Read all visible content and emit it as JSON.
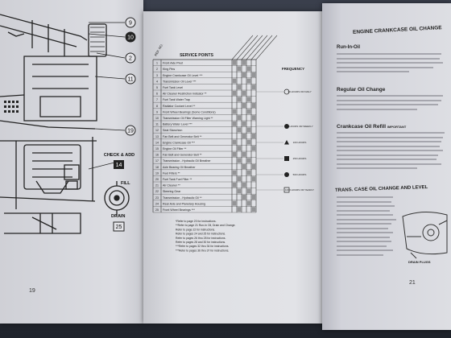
{
  "left_page": {
    "page_number": "19",
    "callouts": [
      "9",
      "10",
      "2",
      "11",
      "19"
    ],
    "check_label": "CHECK & ADD",
    "check_number": "14",
    "fill_label": "FILL",
    "drain_label": "DRAIN",
    "drain_number": "25"
  },
  "table": {
    "header_ref": "REF. NO.",
    "header_service": "SERVICE POINTS",
    "header_frequency": "FREQUENCY",
    "rows": [
      {
        "ref": "1",
        "text": "Front Axle Pivot"
      },
      {
        "ref": "2",
        "text": "King Pins"
      },
      {
        "ref": "3",
        "text": "Engine Crankcase Oil Level ***"
      },
      {
        "ref": "4",
        "text": "Transmission Oil Level ***"
      },
      {
        "ref": "5",
        "text": "Fuel Tank Level"
      },
      {
        "ref": "6",
        "text": "Air Cleaner Restriction Indicator **"
      },
      {
        "ref": "7",
        "text": "Fuel Tank Water Trap"
      },
      {
        "ref": "8",
        "text": "Radiator Coolant Level **"
      },
      {
        "ref": "9",
        "text": "Front Wheel Bearings (Some Conditions)"
      },
      {
        "ref": "10",
        "text": "Transmission Oil Filter Warning Light **"
      },
      {
        "ref": "11",
        "text": "Battery Water Level ***"
      },
      {
        "ref": "12",
        "text": "Seat Stanchion"
      },
      {
        "ref": "13",
        "text": "Fan Belt and Generator Belt **"
      },
      {
        "ref": "14",
        "text": "Engine Crankcase Oil ***"
      },
      {
        "ref": "15",
        "text": "Engine Oil Filter **"
      },
      {
        "ref": "16",
        "text": "Fan Belt and Generator Belt **"
      },
      {
        "ref": "17",
        "text": "Transmission - Hydraulic Oil Breather"
      },
      {
        "ref": "18",
        "text": "Axle Bearing Oil Breather"
      },
      {
        "ref": "19",
        "text": "Fuel Filters **"
      },
      {
        "ref": "20",
        "text": "Fuel Tank Fuel Filter **"
      },
      {
        "ref": "21",
        "text": "Air Cleaner **"
      },
      {
        "ref": "22",
        "text": "Steering Gear"
      },
      {
        "ref": "23",
        "text": "Transmission - Hydraulic Oil **"
      },
      {
        "ref": "24",
        "text": "Rear Axle and Planetary Housing"
      },
      {
        "ref": "25",
        "text": "Front Wheel Bearings ***"
      }
    ],
    "frequencies": [
      {
        "label": "10 HOURS OR DAILY",
        "marker": "circle-open"
      },
      {
        "label": "50 HOURS OR WEEKLY",
        "marker": "circle-filled"
      },
      {
        "label": "100 HOURS",
        "marker": "triangle"
      },
      {
        "label": "250 HOURS",
        "marker": "square-filled"
      },
      {
        "label": "500 HOURS",
        "marker": "circle-filled"
      },
      {
        "label": "1000 HOURS OR YEARLY",
        "marker": "square-open"
      }
    ],
    "footnotes": [
      "*Refer to page 20 for instructions.",
      "**Refer to page 21 Run-In Oil, Drain and Change.",
      "Refer to page 22 for instructions.",
      "Refer to pages 24 and 25 for instructions.",
      "Refer to pages 26 thru 28 for instructions.",
      "Refer to pages 28 and 30 for instructions.",
      "***Refer to pages 32 thru 34 for instructions.",
      "***Refer to pages 36 thru 37 for instructions."
    ]
  },
  "right_page": {
    "title": "ENGINE CRANKCASE OIL CHANGE",
    "sub1": "Run-In-Oil",
    "sub2": "Regular Oil Change",
    "sub3": "Crankcase Oil Refill",
    "important": "IMPORTANT",
    "title2": "TRANS. CASE OIL CHANGE AND LEVEL",
    "drain_plugs": "DRAIN PLUGS",
    "page_number": "21"
  }
}
